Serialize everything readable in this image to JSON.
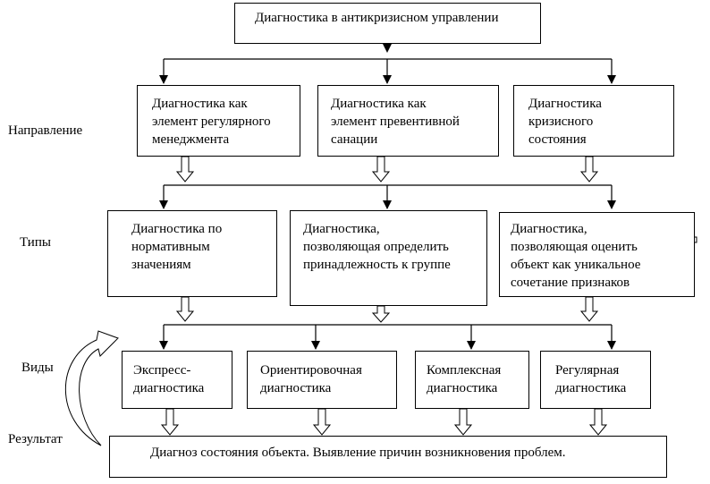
{
  "title": "Диагностика в антикризисном управлении",
  "row_labels": {
    "direction": "Направление",
    "types": "Типы",
    "kinds": "Виды",
    "result": "Результат"
  },
  "directions": [
    "Диагностика как\nэлемент регулярного\nменеджмента",
    "Диагностика как\nэлемент превентивной\nсанации",
    "Диагностика\nкризисного\nсостояния"
  ],
  "types": [
    "Диагностика по\nнормативным\nзначениям",
    "Диагностика,\nпозволяющая определить\nпринадлежность к группе",
    "Диагностика,\nпозволяющая оценить\nобъект как уникальное\nсочетание признаков"
  ],
  "kinds": [
    "Экспресс-\nдиагностика",
    "Ориентировочная\nдиагностика",
    "Комплексная\nдиагностика",
    "Регулярная\nдиагностика"
  ],
  "result": "Диагноз состояния объекта. Выявление причин возникновения проблем."
}
